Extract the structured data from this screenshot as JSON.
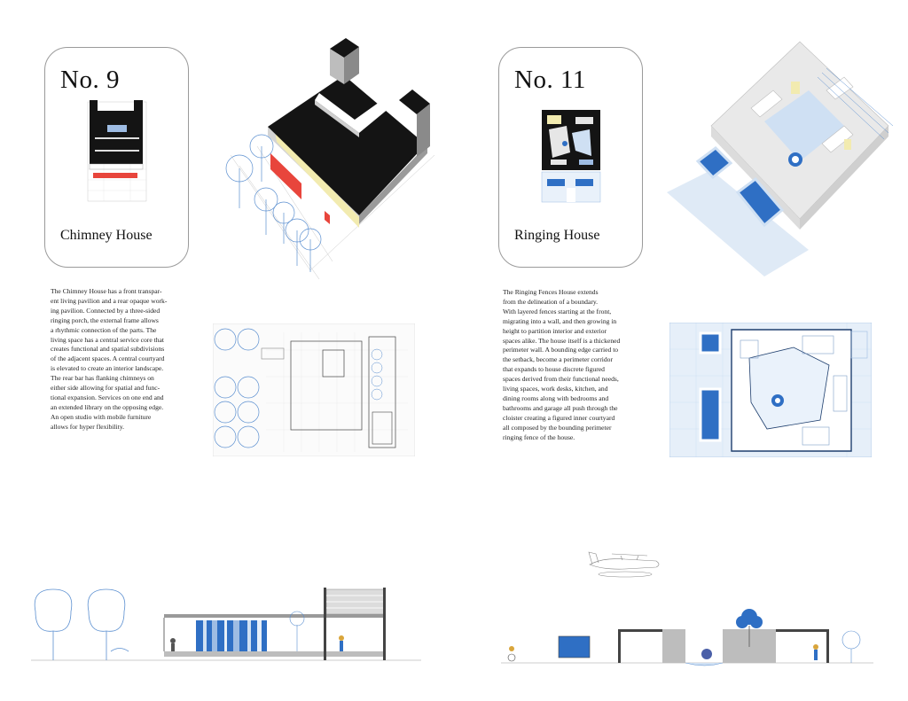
{
  "left_project": {
    "number": "No. 9",
    "name": "Chimney House",
    "description": "The Chimney House has a front transpar-\nent living pavilion and a rear opaque work-\ning pavilion. Connected by a three-sided\nringing porch, the external frame allows\na rhythmic connection of the parts. The\nliving space has a central service core that\ncreates functional and spatial subdivisions\nof the adjacent spaces. A central courtyard\nis elevated to create an interior landscape.\nThe rear bar has flanking chimneys on\neither side allowing for spatial and func-\ntional expansion. Services on one end and\nan extended library on the opposing edge.\nAn open studio with mobile furniture\nallows for hyper flexibility."
  },
  "right_project": {
    "number": "No. 11",
    "name": "Ringing House",
    "description": "The Ringing Fences House extends\nfrom the delineation of a boundary.\nWith layered fences starting at the front,\nmigrating into a wall, and then growing in\nheight to partition interior and exterior\nspaces alike. The house itself is a thickened\nperimeter wall. A bounding edge carried to\nthe setback, become a perimeter corridor\nthat expands to house discrete figured\nspaces derived from their functional needs,\nliving spaces, work desks, kitchen, and\ndining rooms along with bedrooms and\nbathrooms and garage all push through the\ncloister creating a figured inner courtyard\nall composed by the bounding perimeter\nringing fence of the house."
  },
  "colors": {
    "black_roof": "#141414",
    "glass_yellow": "#f2ebb0",
    "accent_red": "#e8453c",
    "pool_blue": "#2f6fc4",
    "light_blue": "#cfe0f3",
    "line_blue": "#5b8fd0",
    "gray": "#cfcfcf"
  }
}
